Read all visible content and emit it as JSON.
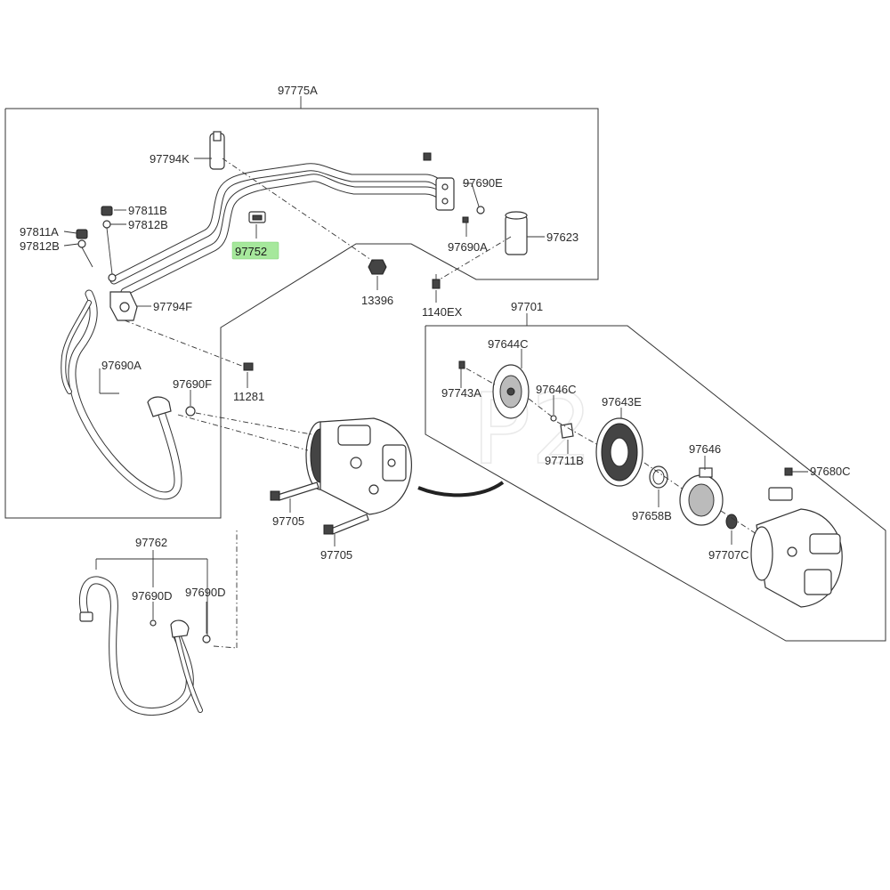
{
  "labels": {
    "p97775A": "97775A",
    "p97794K": "97794K",
    "p97690E": "97690E",
    "p97811B": "97811B",
    "p97812B_top": "97812B",
    "p97811A": "97811A",
    "p97812B_left": "97812B",
    "p97752": "97752",
    "p97623": "97623",
    "p97690A_top": "97690A",
    "p13396": "13396",
    "p1140EX": "1140EX",
    "p97794F": "97794F",
    "p97701": "97701",
    "p97644C": "97644C",
    "p97690A_left": "97690A",
    "p97690F": "97690F",
    "p11281": "11281",
    "p97743A": "97743A",
    "p97646C": "97646C",
    "p97643E": "97643E",
    "p97711B": "97711B",
    "p97646": "97646",
    "p97680C": "97680C",
    "p97705_a": "97705",
    "p97705_b": "97705",
    "p97658B": "97658B",
    "p97707C": "97707C",
    "p97762": "97762",
    "p97690D_a": "97690D",
    "p97690D_b": "97690D"
  },
  "highlight": {
    "part": "97752",
    "color": "#a6e89c"
  },
  "watermark": "P2"
}
